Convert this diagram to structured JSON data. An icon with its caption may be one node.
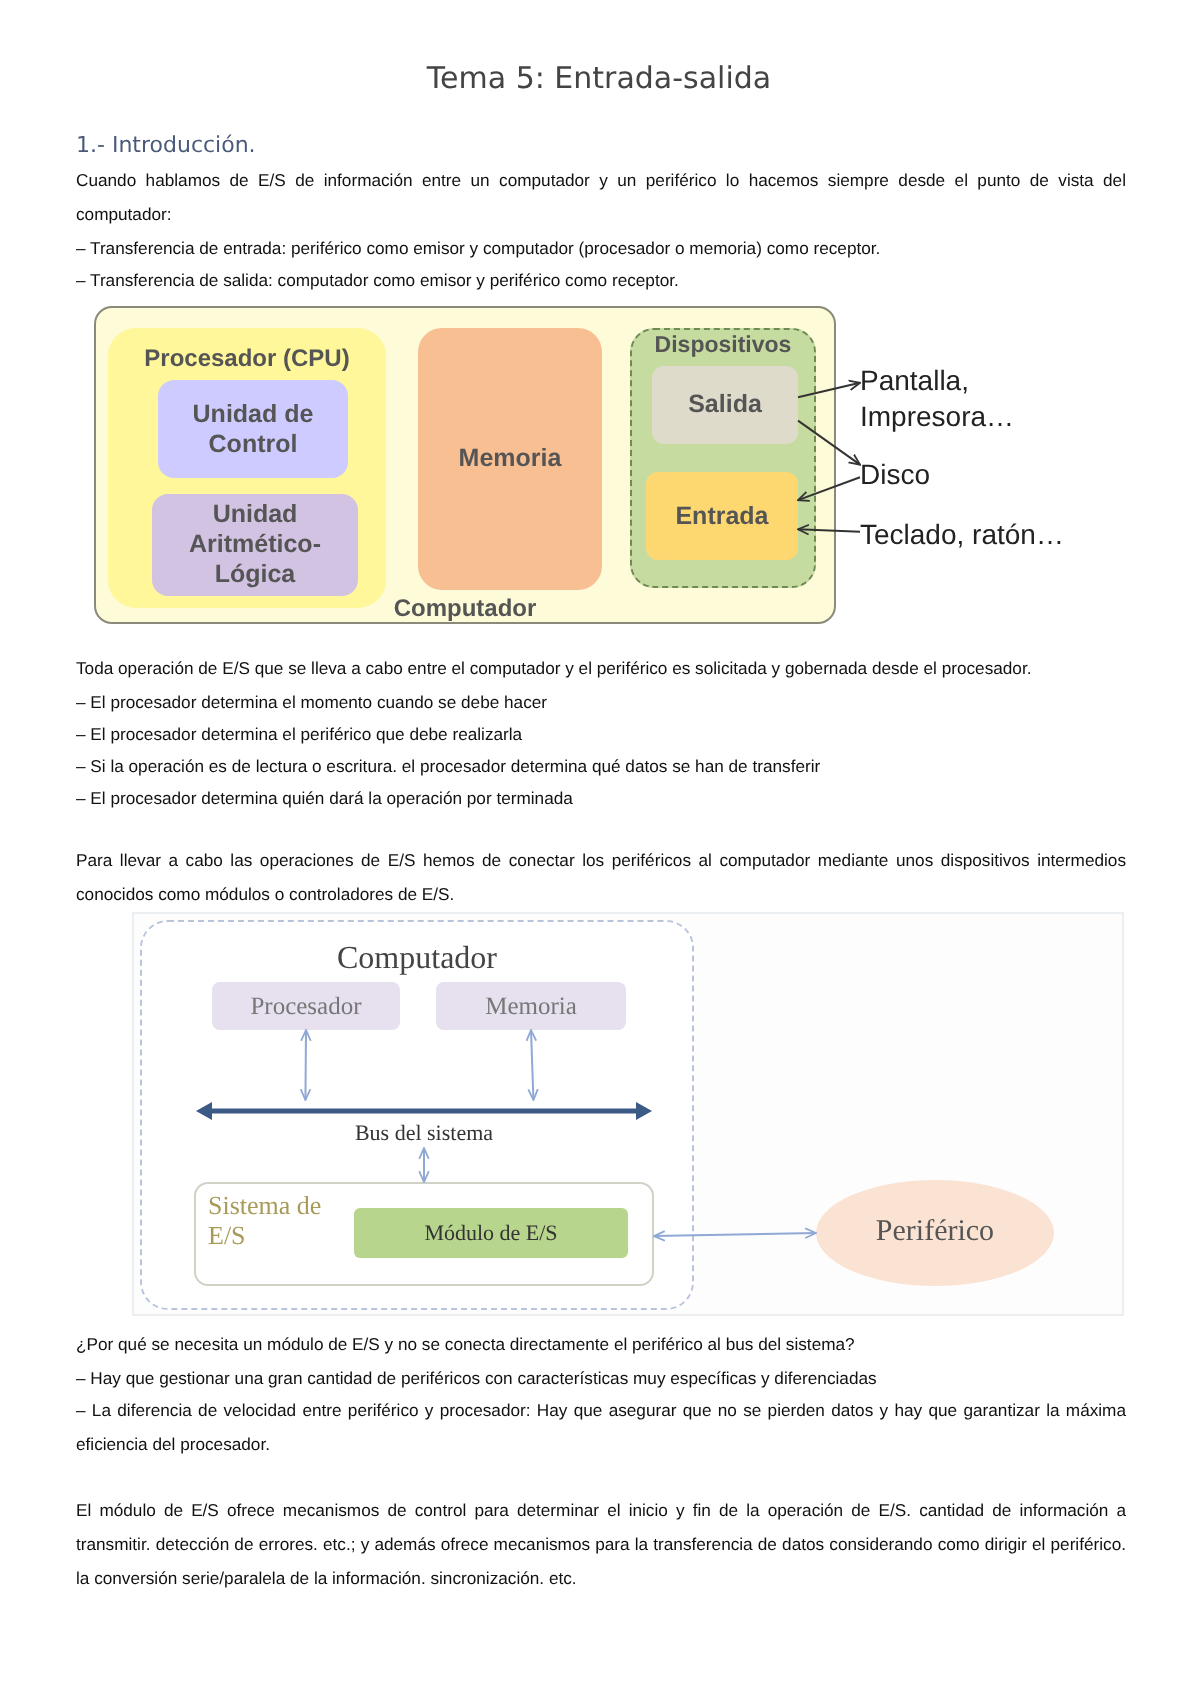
{
  "diagram": {
    "title": "Tema 5: Entrada-salida",
    "nodes": [
      {
        "text": [
          "Computador"
        ]
      },
      {
        "text": [
          "Procesador (CPU)"
        ],
        "in": 0
      },
      {
        "text": [
          "Unidad de Control"
        ],
        "in": 1
      },
      {
        "text": [
          "Unidad Aritmético-Lógica"
        ],
        "in": 1
      },
      {
        "text": [
          "Memoria"
        ],
        "in": 0
      },
      {
        "text": [
          "Dispositivos"
        ],
        "in": 0
      },
      {
        "text": [
          "Salida"
        ],
        "in": 5
      },
      {
        "text": [
          "Entrada"
        ],
        "in": 5
      },
      {
        "text": [
          "Pantalla, Impresora…"
        ]
      },
      {
        "text": [
          "Disco"
        ]
      },
      {
        "text": [
          "Teclado, ratón…"
        ]
      },
      {
        "text": [
          "Computador"
        ]
      },
      {
        "text": [
          "Procesador"
        ],
        "in": 11
      },
      {
        "text": [
          "Memoria"
        ],
        "in": 11
      },
      {
        "text": [
          "Bus del sistema"
        ],
        "in": 11
      },
      {
        "text": [
          "Sistema de E/S"
        ],
        "in": 11
      },
      {
        "text": [
          "Módulo de E/S"
        ],
        "in": 15
      },
      {
        "text": [
          "Periférico"
        ]
      }
    ],
    "edges": [
      {
        "from": 6,
        "to": 8,
        "arrow": "to"
      },
      {
        "from": 6,
        "to": 9,
        "arrow": "to"
      },
      {
        "from": 9,
        "to": 7,
        "arrow": "to"
      },
      {
        "from": 10,
        "to": 7,
        "arrow": "to"
      },
      {
        "from": 12,
        "to": 14,
        "arrow": "both",
        "color": "#8fa8d4"
      },
      {
        "from": 13,
        "to": 14,
        "arrow": "both",
        "color": "#8fa8d4"
      },
      {
        "from": 14,
        "to": 15,
        "arrow": "both",
        "color": "#8fa8d4"
      },
      {
        "from": 15,
        "to": 17,
        "arrow": "both",
        "color": "#8fa8d4"
      }
    ],
    "labels": [
      "1.- Introducción.",
      "Cuando hablamos de E/S de información entre un computador y un periférico lo hacemos siempre desde el punto de vista del computador:",
      "– Transferencia de entrada: periférico como emisor y computador (procesador o memoria) como receptor.",
      "– Transferencia de salida: computador como emisor y periférico como receptor.",
      "Toda operación de E/S que se lleva a cabo entre el computador y el periférico es solicitada y gobernada desde el procesador.",
      "– El procesador determina el momento cuando se debe hacer",
      "– El procesador determina el periférico que debe realizarla",
      "– Si la operación es de lectura o escritura. el procesador determina qué datos se han de transferir",
      "– El procesador determina quién dará la operación por terminada",
      "Para llevar a cabo las operaciones de E/S hemos de conectar los periféricos al computador mediante unos dispositivos intermedios conocidos como módulos o controladores de E/S.",
      "¿Por qué se necesita un módulo de E/S y no se conecta directamente el periférico al bus del sistema?",
      "– Hay que gestionar una gran cantidad de periféricos con características muy específicas y diferenciadas",
      "– La diferencia de velocidad entre periférico y procesador: Hay que asegurar que no se pierden datos y hay que garantizar la máxima eficiencia del procesador.",
      "El módulo de E/S ofrece mecanismos de control para determinar el inicio y fin de la operación de E/S. cantidad de información a transmitir. detección de errores. etc.; y además ofrece mecanismos para la transferencia de datos considerando como dirigir el periférico. la conversión serie/paralela de la información. sincronización. etc."
    ]
  }
}
